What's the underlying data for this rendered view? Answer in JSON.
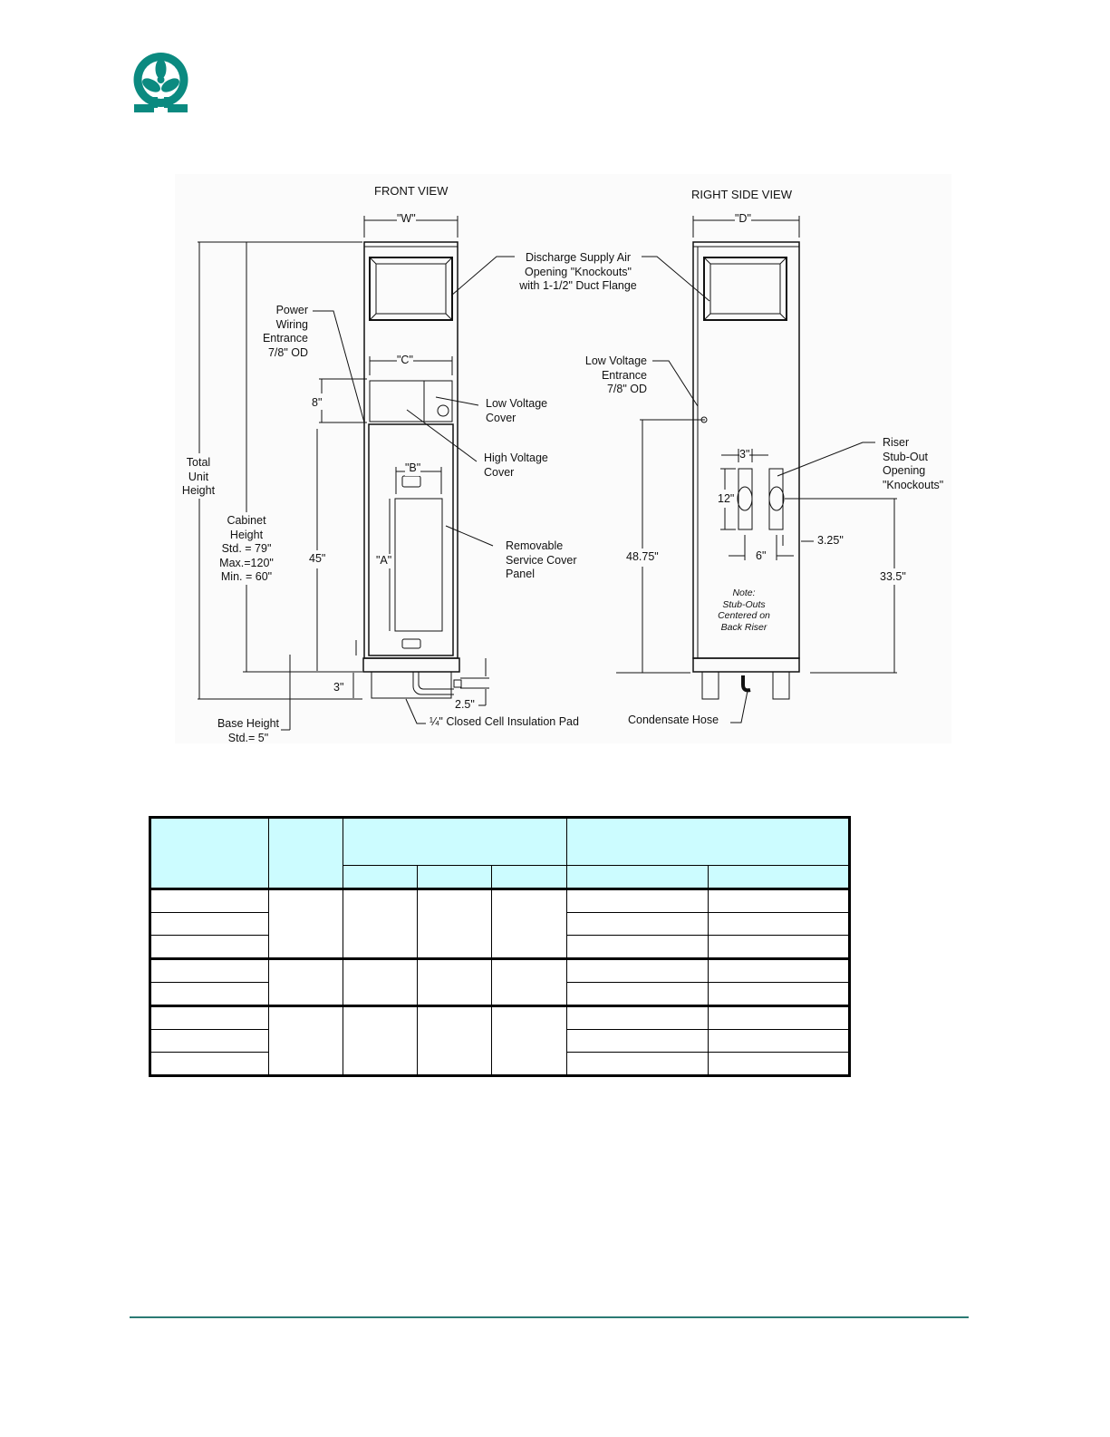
{
  "brand": {
    "logo_icon": "fan-omega-logo",
    "color": "#0b8a80"
  },
  "views": {
    "front_title": "FRONT VIEW",
    "side_title": "RIGHT SIDE VIEW"
  },
  "front": {
    "w": "\"W\"",
    "c": "\"C\"",
    "b": "\"B\"",
    "a": "\"A\"",
    "discharge": "Discharge Supply Air\nOpening \"Knockouts\"\nwith 1-1/2\" Duct Flange",
    "power": "Power\nWiring\nEntrance\n7/8\" OD",
    "low_voltage_cover": "Low Voltage\nCover",
    "high_voltage_cover": "High Voltage\nCover",
    "removable_panel": "Removable\nService Cover\nPanel",
    "total_height": "Total\nUnit\nHeight",
    "cabinet_height": "Cabinet\nHeight\nStd. = 79\"\nMax.=120\"\nMin. = 60\"",
    "dim_8": "8\"",
    "dim_45": "45\"",
    "dim_3": "3\"",
    "dim_2_5": "2.5\"",
    "base_height": "Base Height\nStd.= 5\"",
    "insulation_pad": "¼\" Closed Cell Insulation Pad"
  },
  "side": {
    "d": "\"D\"",
    "low_voltage_entrance": "Low Voltage\nEntrance\n7/8\" OD",
    "riser": "Riser\nStub-Out\nOpening\n\"Knockouts\"",
    "dim_3": "3\"",
    "dim_12": "12\"",
    "dim_6": "6\"",
    "dim_3_25": "3.25\"",
    "dim_48_75": "48.75\"",
    "dim_33_5": "33.5\"",
    "note": "Note:\nStub-Outs\nCentered on\nBack Riser",
    "condensate": "Condensate Hose"
  },
  "table": {
    "header_fill": "#ccfcff"
  }
}
